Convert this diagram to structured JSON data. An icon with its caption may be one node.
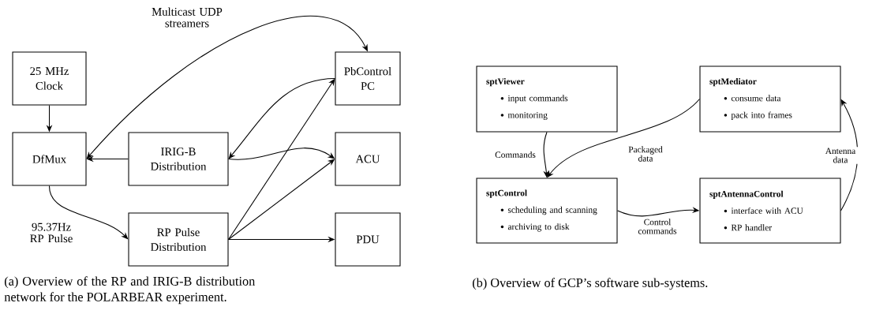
{
  "diagram": {
    "nodes": [
      {
        "text": [
          "25 MHz Clock"
        ]
      },
      {
        "text": [
          "DfMux"
        ]
      },
      {
        "text": [
          "IRIG-B Distribution"
        ]
      },
      {
        "text": [
          "RP Pulse Distribution"
        ]
      },
      {
        "text": [
          "PbControl PC"
        ]
      },
      {
        "text": [
          "ACU"
        ]
      },
      {
        "text": [
          "PDU"
        ]
      },
      {
        "text": [
          "sptViewer",
          "input commands",
          "monitoring"
        ]
      },
      {
        "text": [
          "sptMediator",
          "consume data",
          "pack into frames"
        ]
      },
      {
        "text": [
          "sptControl",
          "scheduling and scanning",
          "archiving to disk"
        ]
      },
      {
        "text": [
          "sptAntennaControl",
          "interface with ACU",
          "RP handler"
        ]
      }
    ],
    "edges": [
      {
        "from": 0,
        "to": 1,
        "arrow": "to"
      },
      {
        "from": 2,
        "to": 1,
        "arrow": "to"
      },
      {
        "from": 1,
        "to": 4,
        "arrow": "both",
        "label": "Multicast UDP streamers"
      },
      {
        "from": 4,
        "to": 2,
        "arrow": "to"
      },
      {
        "from": 2,
        "to": 5,
        "arrow": "to"
      },
      {
        "from": 1,
        "to": 3,
        "arrow": "to",
        "label": "95.37Hz RP Pulse"
      },
      {
        "from": 3,
        "to": 4,
        "arrow": "to"
      },
      {
        "from": 3,
        "to": 5,
        "arrow": "to"
      },
      {
        "from": 3,
        "to": 6,
        "arrow": "to"
      },
      {
        "from": 7,
        "to": 9,
        "arrow": "to",
        "label": "Commands"
      },
      {
        "from": 8,
        "to": 9,
        "arrow": "to",
        "label": "Packaged data"
      },
      {
        "from": 9,
        "to": 10,
        "arrow": "to",
        "label": "Control commands"
      },
      {
        "from": 10,
        "to": 8,
        "arrow": "to",
        "label": "Antenna data"
      }
    ],
    "labels": [
      "(a) Overview of the RP and IRIG-B distribution network for the POLARBEAR experiment.",
      "(b) Overview of GCP’s software sub-systems."
    ]
  }
}
